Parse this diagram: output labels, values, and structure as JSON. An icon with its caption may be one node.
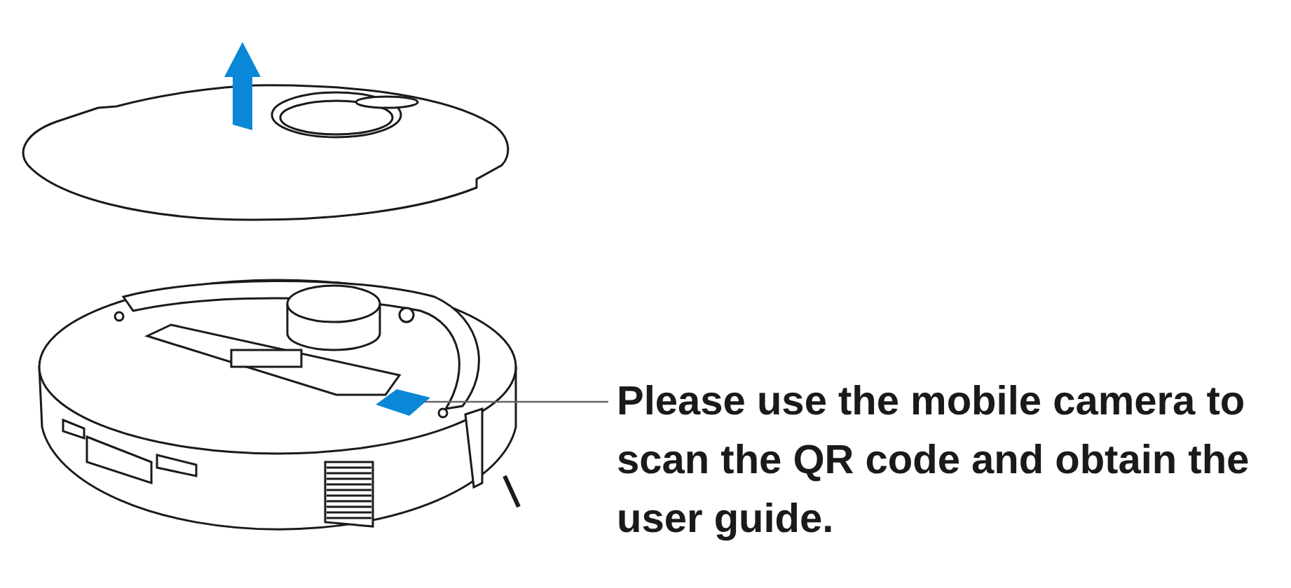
{
  "diagram": {
    "nodes": [
      {
        "text": [
          "Please use the mobile camera to scan the QR code and obtain the user guide."
        ]
      },
      {
        "text": [],
        "shape": "box"
      }
    ],
    "edges": [
      {
        "from": 0,
        "to": 1,
        "arrow": "none"
      }
    ]
  }
}
